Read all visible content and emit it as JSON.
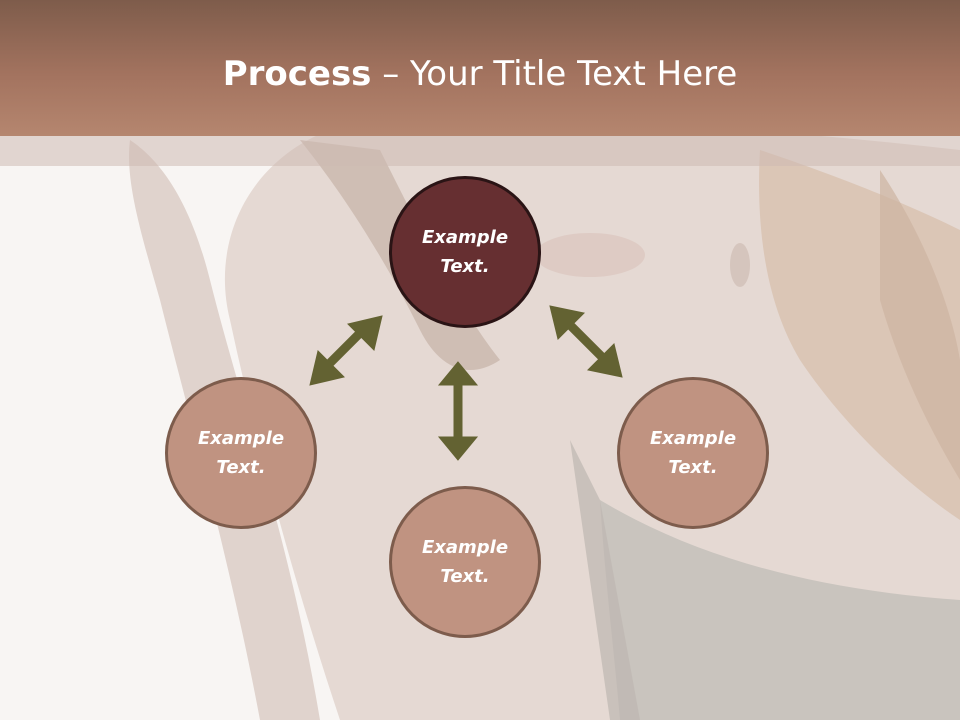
{
  "slide": {
    "title_bold": "Process",
    "title_rest": " – Your Title Text Here"
  },
  "process": {
    "center": "Example\nText.",
    "left": "Example\nText.",
    "bottom": "Example\nText.",
    "right": "Example\nText."
  },
  "colors": {
    "title_band": "#a3735f",
    "center_node": "#662f31",
    "outer_node": "#c09381",
    "node_border": "#7d5c4c",
    "arrow": "#636232"
  }
}
